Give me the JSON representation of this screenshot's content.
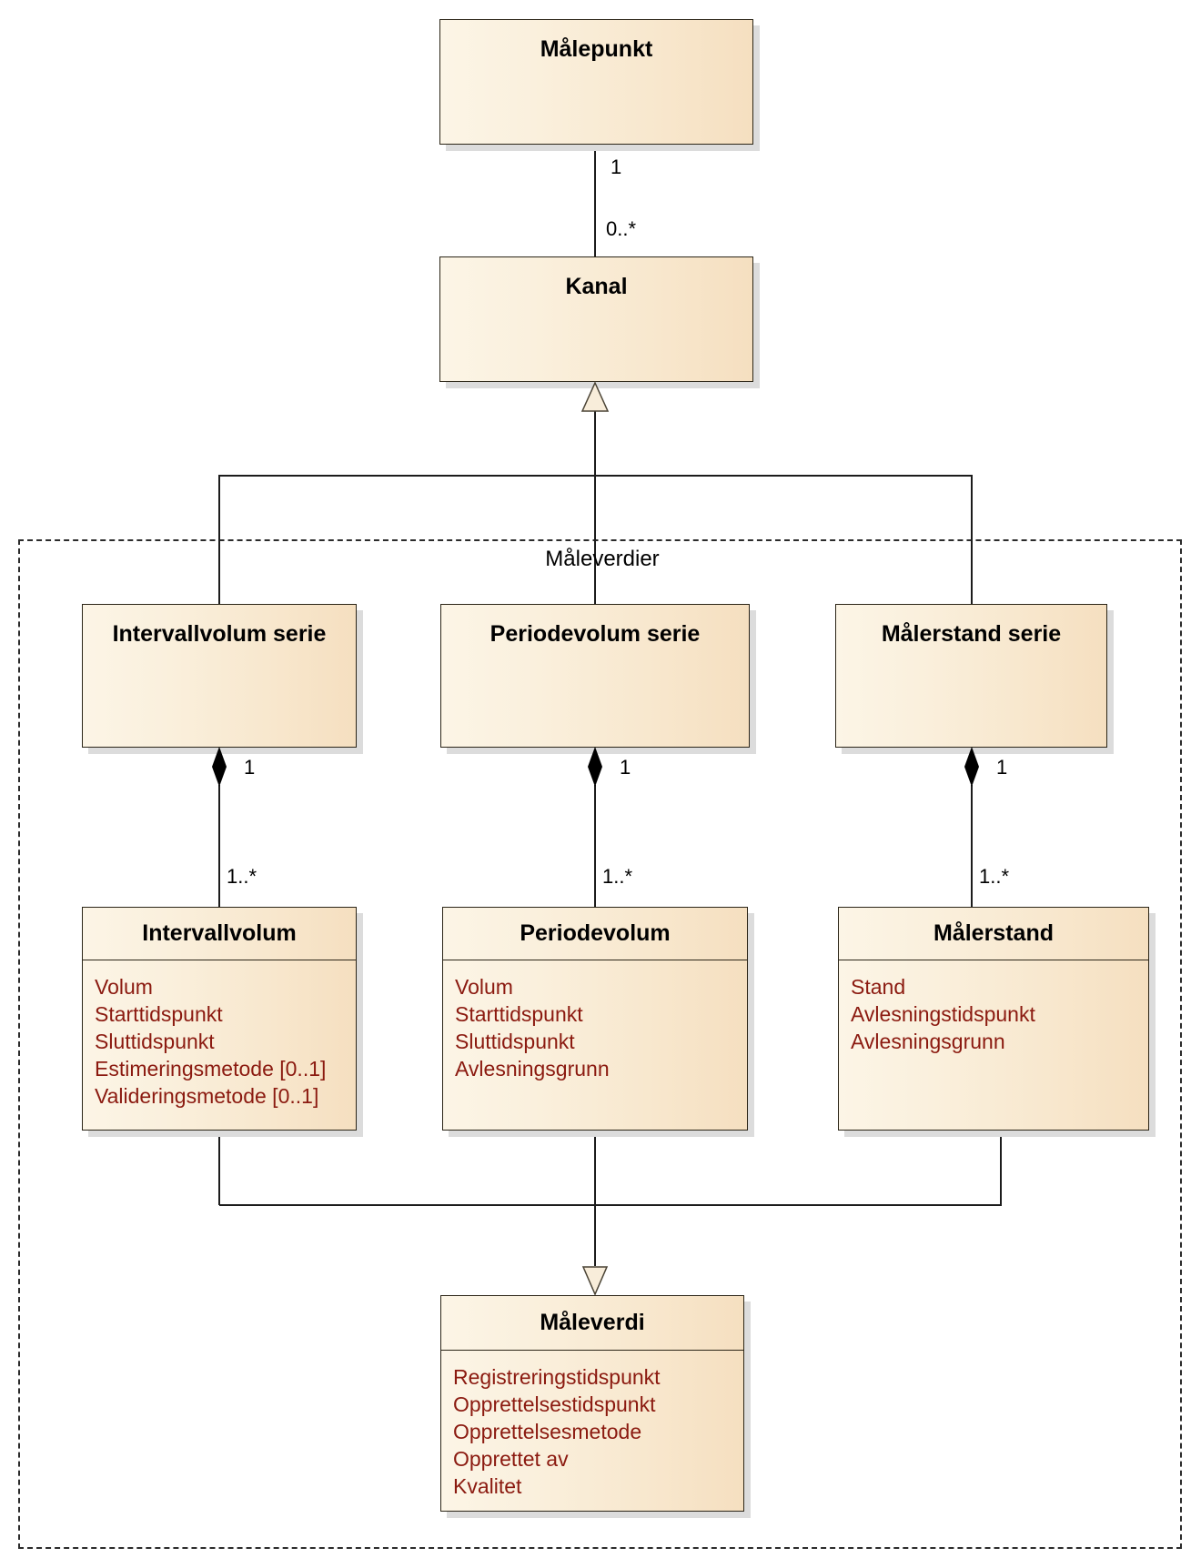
{
  "diagram": {
    "boundary": {
      "label": "Måleverdier"
    },
    "nodes": {
      "malepunkt": {
        "title": "Målepunkt"
      },
      "kanal": {
        "title": "Kanal"
      },
      "intervallvolum_serie": {
        "title": "Intervallvolum serie"
      },
      "periodevolum_serie": {
        "title": "Periodevolum serie"
      },
      "malerstand_serie": {
        "title": "Målerstand serie"
      },
      "intervallvolum": {
        "title": "Intervallvolum",
        "attributes": [
          "Volum",
          "Starttidspunkt",
          "Sluttidspunkt",
          "Estimeringsmetode [0..1]",
          "Valideringsmetode [0..1]"
        ]
      },
      "periodevolum": {
        "title": "Periodevolum",
        "attributes": [
          "Volum",
          "Starttidspunkt",
          "Sluttidspunkt",
          "Avlesningsgrunn"
        ]
      },
      "malerstand": {
        "title": "Målerstand",
        "attributes": [
          "Stand",
          "Avlesningstidspunkt",
          "Avlesningsgrunn"
        ]
      },
      "maleverdi": {
        "title": "Måleverdi",
        "attributes": [
          "Registreringstidspunkt",
          "Opprettelsestidspunkt",
          "Opprettelsesmetode",
          "Opprettet av",
          "Kvalitet"
        ]
      }
    },
    "edges": {
      "malepunkt_kanal": {
        "type": "association",
        "source_mult": "1",
        "target_mult": "0..*"
      },
      "kanal_generalization": {
        "type": "generalization"
      },
      "intervallvolum_comp": {
        "type": "composition",
        "whole_mult": "1",
        "part_mult": "1..*"
      },
      "periodevolum_comp": {
        "type": "composition",
        "whole_mult": "1",
        "part_mult": "1..*"
      },
      "malerstand_comp": {
        "type": "composition",
        "whole_mult": "1",
        "part_mult": "1..*"
      },
      "maleverdi_generalization": {
        "type": "generalization"
      }
    },
    "colors": {
      "box_fill_light": "#fcf5e6",
      "box_fill_dark": "#f5dfc0",
      "attribute_text": "#8b1a10",
      "shadow": "#dcdcdc",
      "line": "#1c1c1c"
    }
  }
}
